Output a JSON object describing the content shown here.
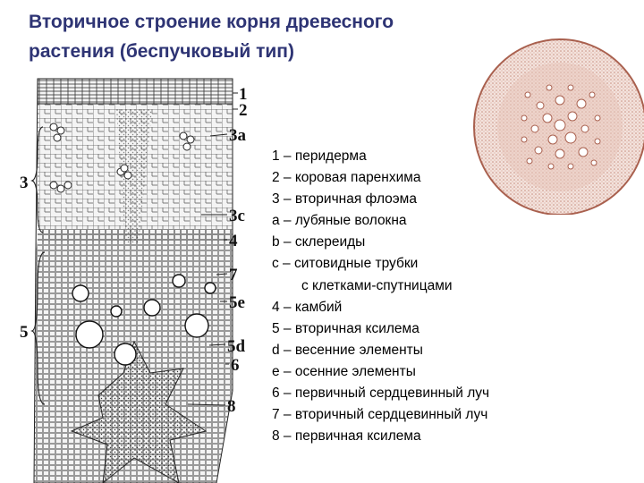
{
  "title": {
    "line1": "Вторичное строение корня древесного",
    "line2": "растения (беспучковый тип)"
  },
  "figure": {
    "labels": {
      "l1": "1",
      "l2": "2",
      "l3a": "3a",
      "l3": "3",
      "l3c": "3c",
      "l4": "4",
      "l7": "7",
      "l5e": "5e",
      "l5": "5",
      "l5d": "5d",
      "l6": "6",
      "l8": "8"
    }
  },
  "legend": [
    "1 – перидерма",
    "2 – коровая паренхима",
    "3 – вторичная флоэма",
    "a – лубяные волокна",
    "b – склереиды",
    "c – ситовидные трубки",
    "с клетками-спутницами",
    "4 – камбий",
    "5 – вторичная ксилема",
    "d – весенние элементы",
    "e – осенние элементы",
    "6 – первичный сердцевинный луч",
    "7 – вторичный сердцевинный луч",
    "8 – первичная ксилема"
  ],
  "colors": {
    "title": "#2e3474",
    "ink": "#222222",
    "photo_tissue": "#c98f80",
    "photo_dark": "#a9604e"
  }
}
